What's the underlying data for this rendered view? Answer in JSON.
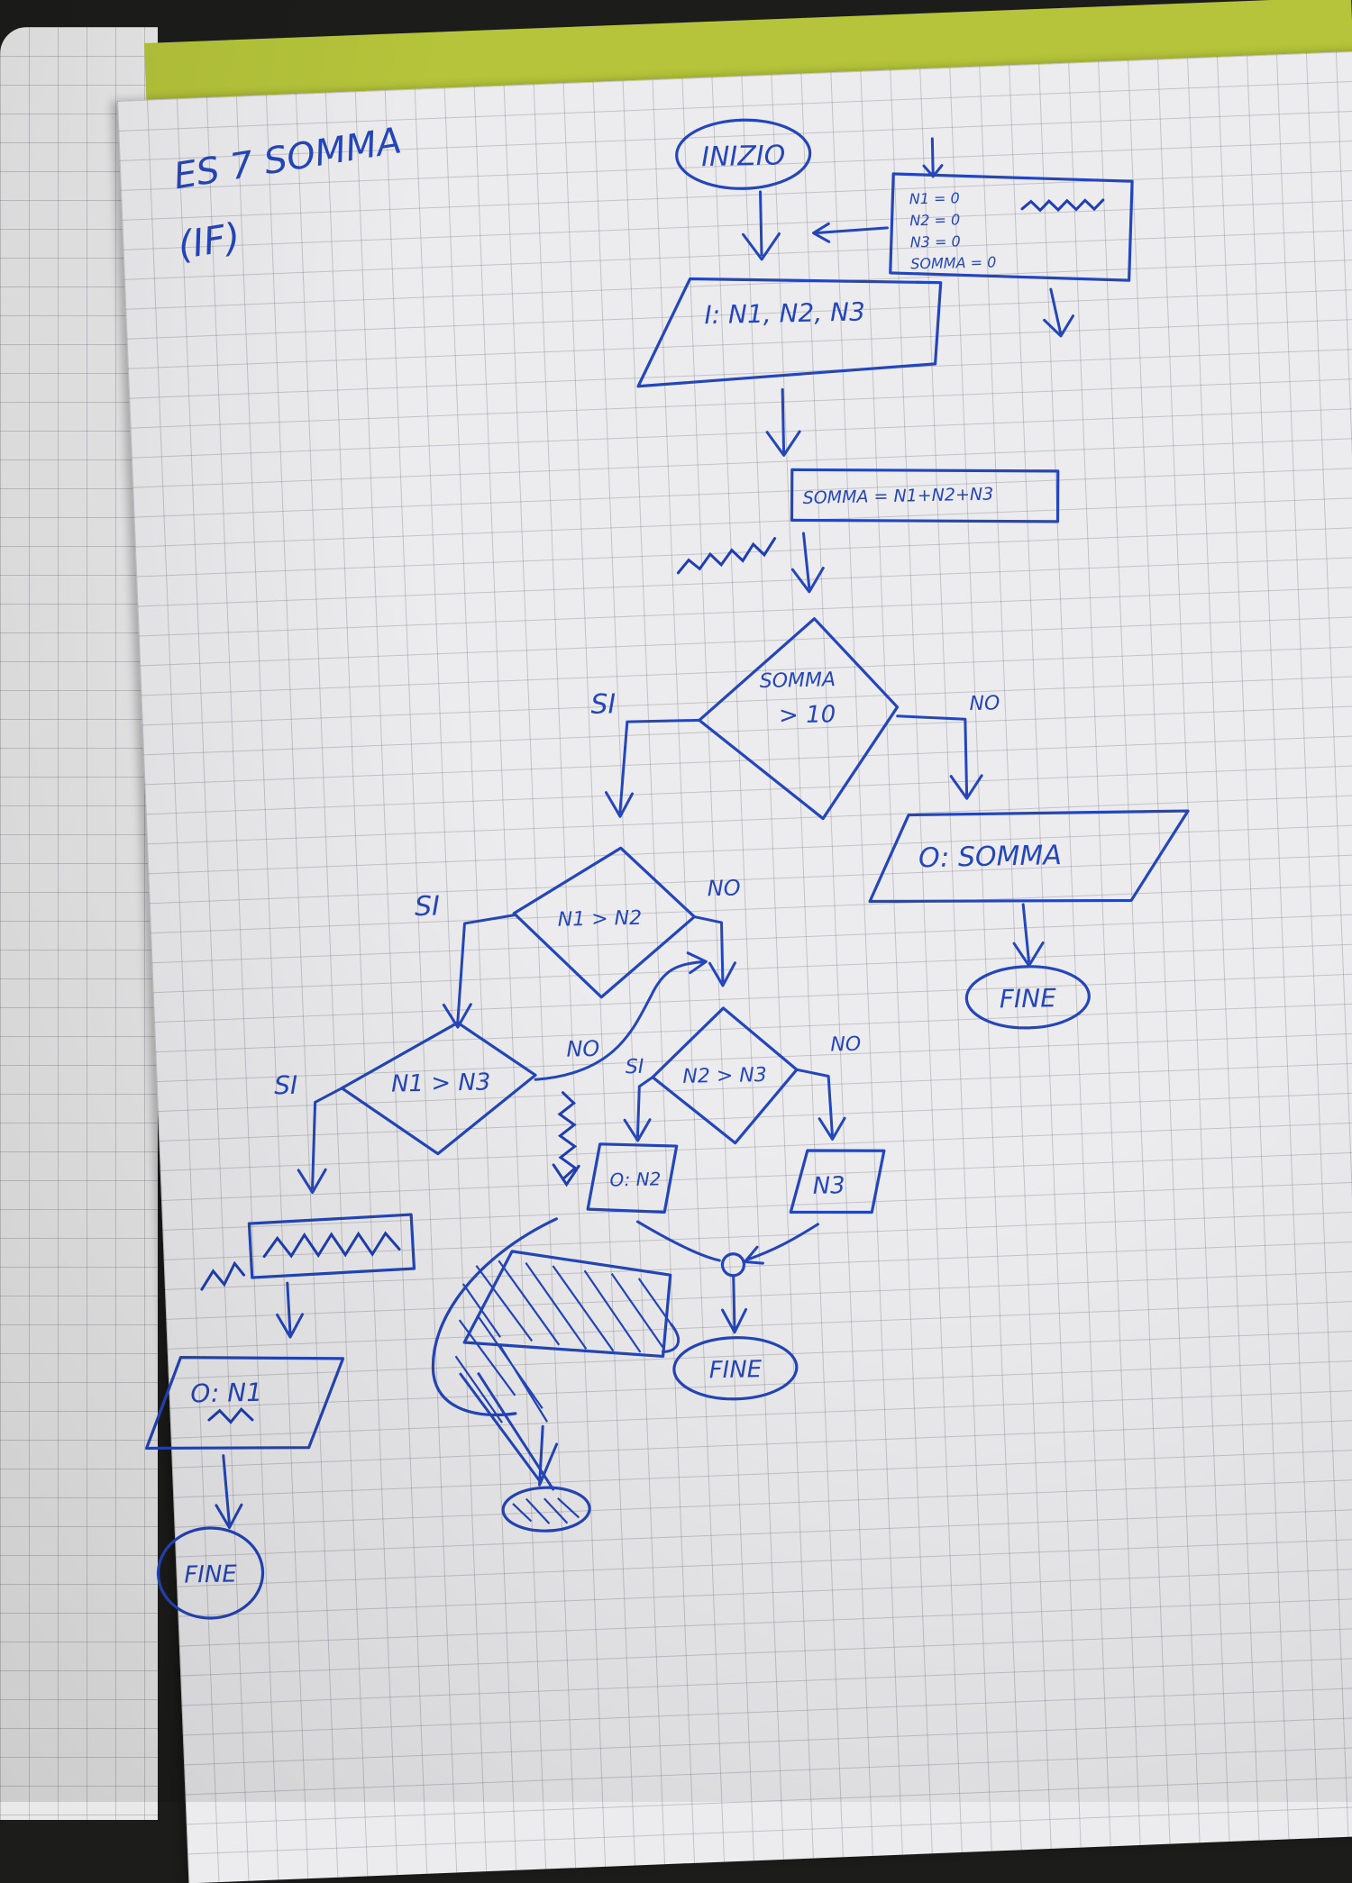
{
  "header": {
    "title": "ES 7  SOMMA",
    "subtitle": "(IF)"
  },
  "start": "INIZIO",
  "init_box": [
    "N1 = 0",
    "N2 = 0",
    "N3 = 0",
    "SOMMA = 0"
  ],
  "input": "I: N1, N2, N3",
  "process_sum": "SOMMA = N1+N2+N3",
  "decision_somma": {
    "line1": "SOMMA",
    "line2": "> 10"
  },
  "labels": {
    "yes": "SI",
    "no": "NO"
  },
  "output_somma": "O: SOMMA",
  "decision_n1_n2": "N1 > N2",
  "decision_n1_n3": "N1 > N3",
  "decision_n2_n3": "N2 > N3",
  "output_n1": "O: N1",
  "output_n2": "O: N2",
  "output_n3": "N3",
  "end": "FINE",
  "colors": {
    "ink": "#2446b8",
    "paper": "#ececee",
    "grid": "#9a9aa8",
    "strip": "#b5c43a"
  }
}
